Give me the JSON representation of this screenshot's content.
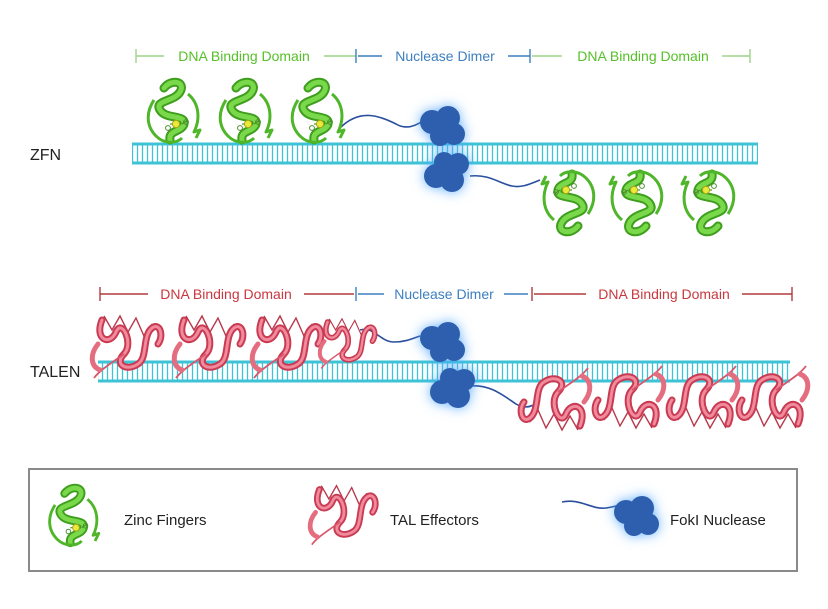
{
  "colors": {
    "zfn_accent": "#56c02a",
    "zfn_bracket": "#9dd48a",
    "talen_accent": "#c8383f",
    "dimer_blue": "#3d7fc0",
    "dna": "#3ec3d6",
    "nuclease": "#2f5fae",
    "legend_border": "#8a8a8a"
  },
  "zfn": {
    "label": "ZFN",
    "left_domain": "DNA Binding Domain",
    "dimer": "Nuclease Dimer",
    "right_domain": "DNA Binding Domain"
  },
  "talen": {
    "label": "TALEN",
    "left_domain": "DNA Binding Domain",
    "dimer": "Nuclease Dimer",
    "right_domain": "DNA Binding Domain"
  },
  "legend": {
    "zinc": {
      "label": "Zinc Fingers",
      "icon": "zinc-finger-icon"
    },
    "tal": {
      "label": "TAL Effectors",
      "icon": "tal-effector-icon"
    },
    "fok": {
      "label": "FokI Nuclease",
      "icon": "foki-nuclease-icon"
    }
  }
}
